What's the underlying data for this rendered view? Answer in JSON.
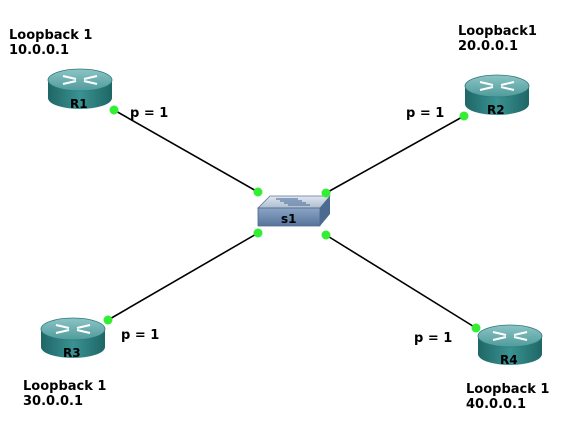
{
  "routers": [
    {
      "id": "r1",
      "name": "R1",
      "loopback_label": "Loopback 1",
      "loopback_ip": "10.0.0.1"
    },
    {
      "id": "r2",
      "name": "R2",
      "loopback_label": "Loopback1",
      "loopback_ip": "20.0.0.1"
    },
    {
      "id": "r3",
      "name": "R3",
      "loopback_label": "Loopback 1",
      "loopback_ip": "30.0.0.1"
    },
    {
      "id": "r4",
      "name": "R4",
      "loopback_label": "Loopback 1",
      "loopback_ip": "40.0.0.1"
    }
  ],
  "switch": {
    "name": "s1"
  },
  "links": [
    {
      "from": "R1",
      "to": "s1",
      "label": "p = 1"
    },
    {
      "from": "R2",
      "to": "s1",
      "label": "p = 1"
    },
    {
      "from": "R3",
      "to": "s1",
      "label": "p = 1"
    },
    {
      "from": "R4",
      "to": "s1",
      "label": "p = 1"
    }
  ],
  "colors": {
    "router_body": "#2f8585",
    "router_top": "#63a9ab",
    "switch_body": "#6c89ad",
    "link": "#000000",
    "port_dot": "#33ee33"
  }
}
